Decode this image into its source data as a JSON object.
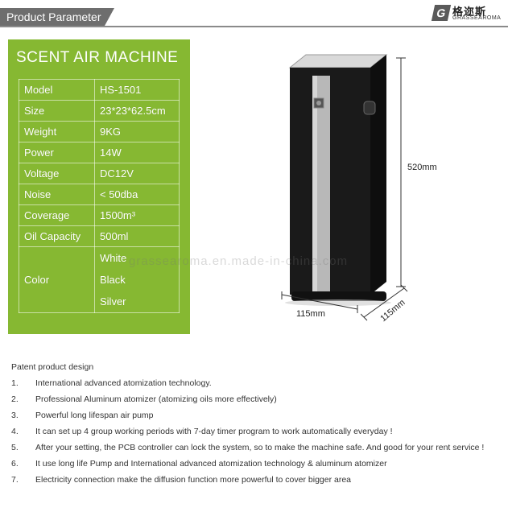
{
  "header": {
    "title": "Product Parameter"
  },
  "logo": {
    "mark": "G",
    "cn": "格迩斯",
    "en": "GRASSEAROMA"
  },
  "specs": {
    "title": "SCENT AIR MACHINE",
    "rows": [
      {
        "key": "Model",
        "value": "HS-1501"
      },
      {
        "key": "Size",
        "value": "23*23*62.5cm"
      },
      {
        "key": "Weight",
        "value": "9KG"
      },
      {
        "key": "Power",
        "value": "14W"
      },
      {
        "key": "Voltage",
        "value": "DC12V"
      },
      {
        "key": "Noise",
        "value": "< 50dba"
      },
      {
        "key": "Coverage",
        "value": "1500m³"
      },
      {
        "key": "Oil Capacity",
        "value": "500ml"
      }
    ],
    "color_key": "Color",
    "colors": [
      "White",
      "Black",
      "Silver"
    ]
  },
  "dimensions": {
    "height": "520mm",
    "width": "115mm",
    "depth": "115mm"
  },
  "watermark": "grassearoma.en.made-in-china.com",
  "features": {
    "intro": "Patent product design",
    "items": [
      {
        "num": "1.",
        "text": "International advanced atomization technology."
      },
      {
        "num": "2.",
        "text": "Professional Aluminum atomizer (atomizing oils more effectively)"
      },
      {
        "num": "3.",
        "text": "Powerful long lifespan air pump"
      },
      {
        "num": "4.",
        "text": "It can set up 4 group working periods with 7-day timer program to work automatically everyday !"
      },
      {
        "num": "5.",
        "text": "After your setting, the PCB controller can lock the system, so to make the machine safe. And good for your rent service !"
      },
      {
        "num": "6.",
        "text": "It use long life Pump and International advanced atomization technology & aluminum atomizer"
      },
      {
        "num": "7.",
        "text": "Electricity connection make the diffusion function more powerful to cover bigger area"
      }
    ]
  },
  "colors": {
    "panel_green": "#86b832",
    "header_gray": "#6e6e6e",
    "machine_black": "#1a1a1a"
  }
}
